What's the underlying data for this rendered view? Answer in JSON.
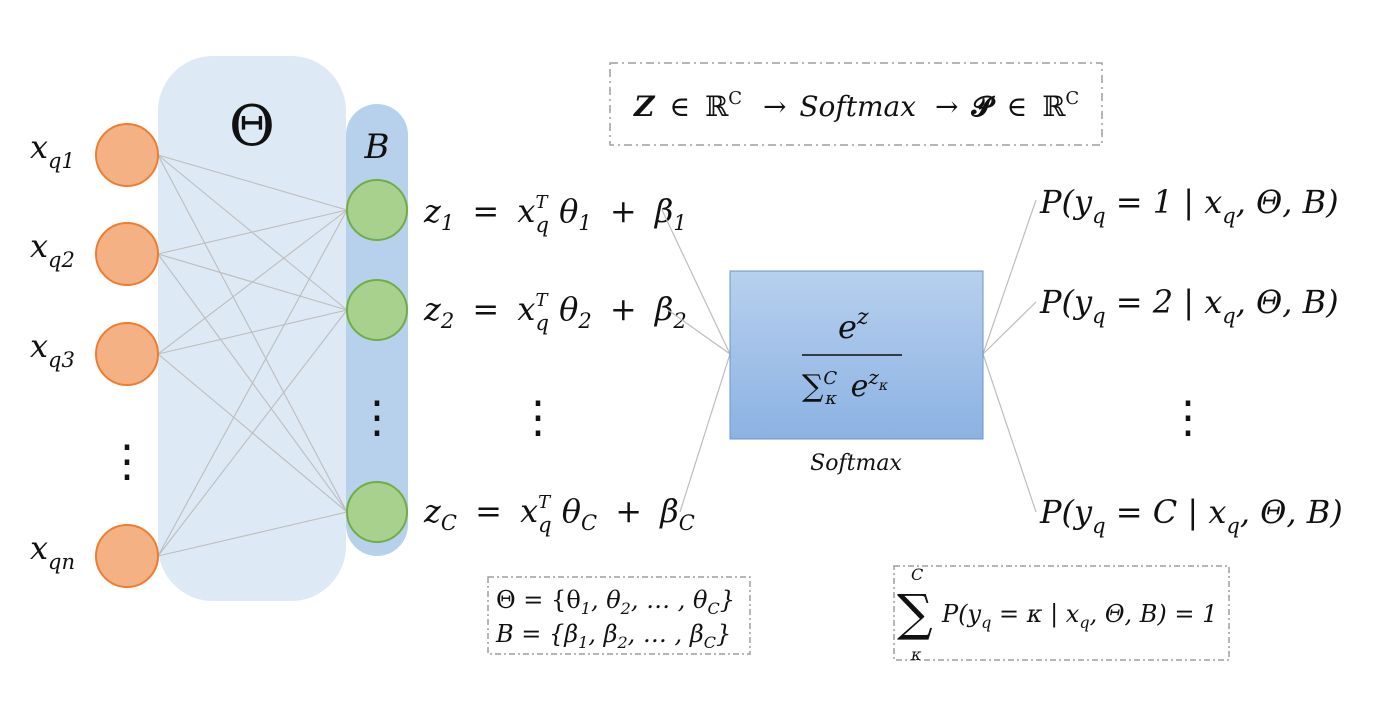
{
  "inputs": [
    {
      "base": "x",
      "sub": "q1"
    },
    {
      "base": "x",
      "sub": "q2"
    },
    {
      "base": "x",
      "sub": "q3"
    },
    {
      "base": "x",
      "sub": "qn"
    }
  ],
  "theta_label": "Θ",
  "bias_label": "B",
  "ellipsis": "⋮",
  "top_box": {
    "Z": "Z",
    "in": "∈",
    "real": "ℝ",
    "C": "C",
    "arrow": "→",
    "softmax": "Softmax",
    "P": "𝓟"
  },
  "logits": [
    {
      "z": "z",
      "zsub": "1",
      "eq": "=",
      "x": "x",
      "xsup": "T",
      "xsub": "q",
      "theta": "θ",
      "tsub": "1",
      "plus": "+",
      "beta": "β",
      "bsub": "1"
    },
    {
      "z": "z",
      "zsub": "2",
      "eq": "=",
      "x": "x",
      "xsup": "T",
      "xsub": "q",
      "theta": "θ",
      "tsub": "2",
      "plus": "+",
      "beta": "β",
      "bsub": "2"
    },
    {
      "z": "z",
      "zsub": "C",
      "eq": "=",
      "x": "x",
      "xsup": "T",
      "xsub": "q",
      "theta": "θ",
      "tsub": "C",
      "plus": "+",
      "beta": "β",
      "bsub": "C"
    }
  ],
  "softmax_box": {
    "num_e": "e",
    "num_z": "z",
    "den_sum": "∑",
    "den_sup": "C",
    "den_sub": "κ",
    "den_e": "e",
    "den_z": "z",
    "den_zsub": "κ",
    "caption": "Softmax",
    "fill_top": "#b7d0ee",
    "fill_bottom": "#8cb2e3",
    "stroke": "#6f95c4"
  },
  "outputs": [
    {
      "text_pre": "P(y",
      "sub": "q",
      "text_post": " = 1 | x",
      "sub2": "q",
      "text_end": ", Θ, B)"
    },
    {
      "text_pre": "P(y",
      "sub": "q",
      "text_post": " = 2 | x",
      "sub2": "q",
      "text_end": ", Θ, B)"
    },
    {
      "text_pre": "P(y",
      "sub": "q",
      "text_post": " = C | x",
      "sub2": "q",
      "text_end": ", Θ, B)"
    }
  ],
  "params_box": {
    "line1": {
      "lhs": "Θ = {θ",
      "s1": "1",
      "m1": ", θ",
      "s2": "2",
      "m2": ", … , θ",
      "s3": "C",
      "end": "}"
    },
    "line2": {
      "lhs": "B = {β",
      "s1": "1",
      "m1": ", β",
      "s2": "2",
      "m2": ", … , β",
      "s3": "C",
      "end": "}"
    }
  },
  "sum_box": {
    "sigma": "∑",
    "sup": "C",
    "sub": "κ",
    "pre": "P(y",
    "s1": "q",
    "mid": " = κ | x",
    "s2": "q",
    "end": ", Θ, B) = 1"
  },
  "colors": {
    "input_node": "#f4b183",
    "input_stroke": "#ed7d31",
    "output_node": "#a9d18e",
    "output_stroke": "#70ad47",
    "theta_panel": "#dde9f5",
    "bias_panel": "#b7d1ec",
    "line": "#bdbdbd",
    "dash_border": "#9e9e9e"
  }
}
